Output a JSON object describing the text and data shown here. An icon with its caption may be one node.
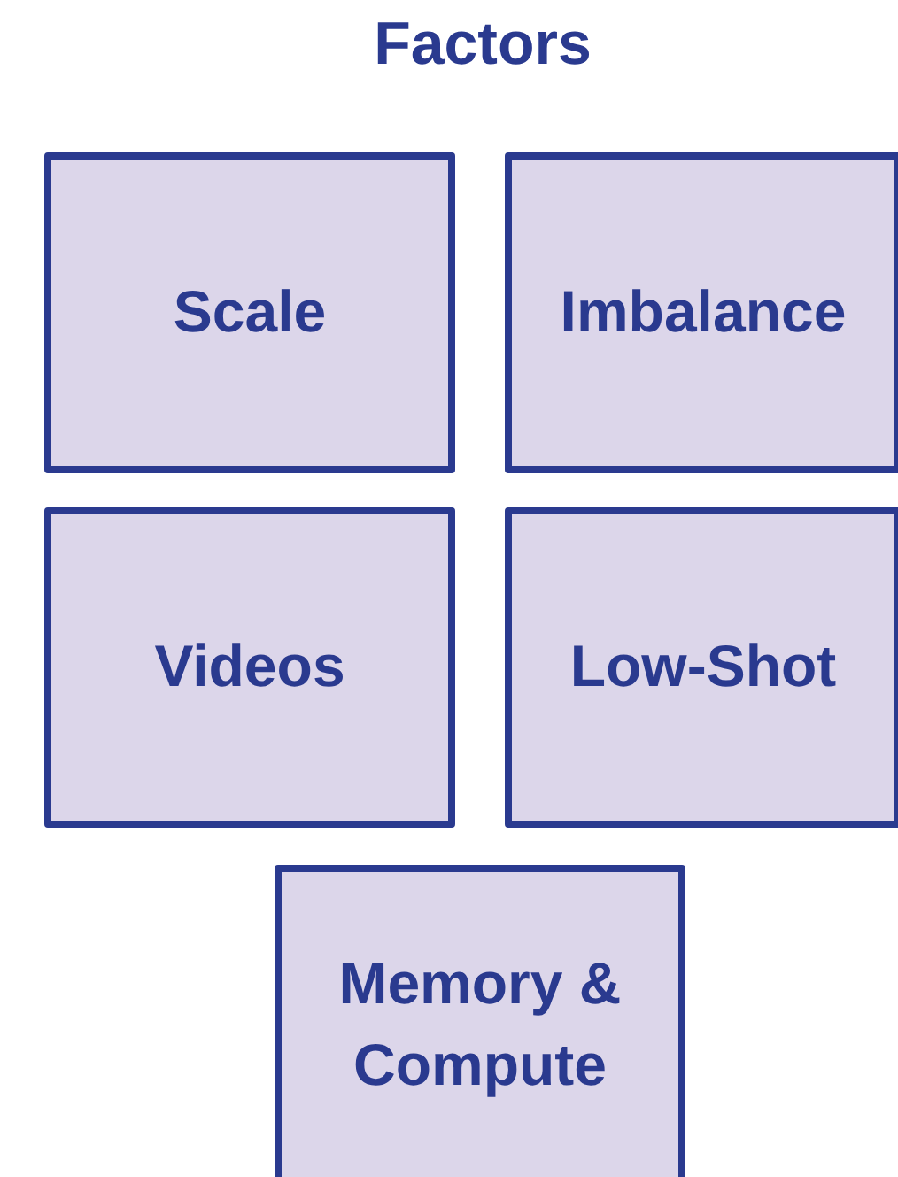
{
  "diagram": {
    "title": "Factors",
    "nodes": [
      {
        "text": [
          "Scale"
        ]
      },
      {
        "text": [
          "Imbalance"
        ]
      },
      {
        "text": [
          "Videos"
        ]
      },
      {
        "text": [
          "Low-Shot"
        ]
      },
      {
        "text": [
          "Memory & Compute"
        ]
      }
    ]
  }
}
